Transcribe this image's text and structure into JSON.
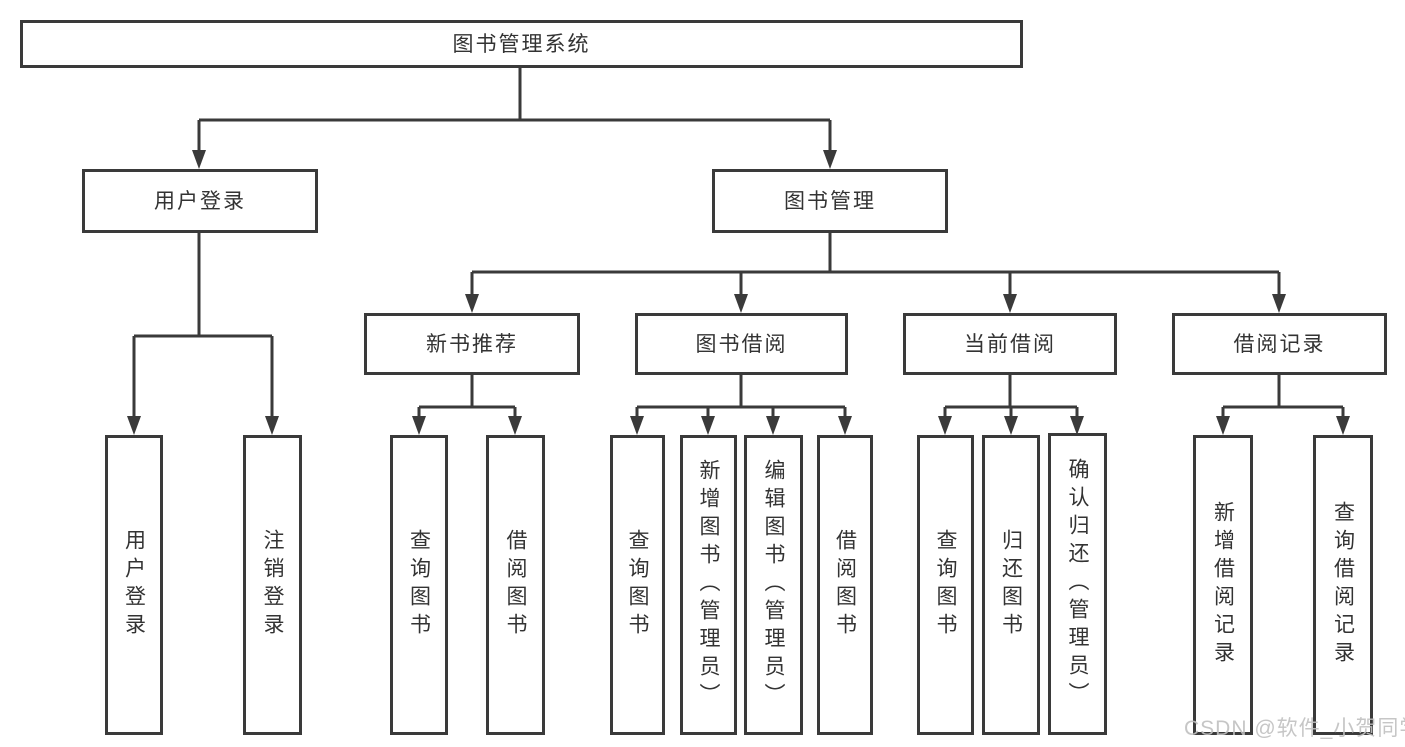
{
  "diagram": {
    "root": {
      "label": "图书管理系统",
      "children": [
        {
          "label": "用户登录",
          "children": [
            {
              "label": "用户登录"
            },
            {
              "label": "注销登录"
            }
          ]
        },
        {
          "label": "图书管理",
          "children": [
            {
              "label": "新书推荐",
              "children": [
                {
                  "label": "查询图书"
                },
                {
                  "label": "借阅图书"
                }
              ]
            },
            {
              "label": "图书借阅",
              "children": [
                {
                  "label": "查询图书"
                },
                {
                  "label": "新增图书（管理员）"
                },
                {
                  "label": "编辑图书（管理员）"
                },
                {
                  "label": "借阅图书"
                }
              ]
            },
            {
              "label": "当前借阅",
              "children": [
                {
                  "label": "查询图书"
                },
                {
                  "label": "归还图书"
                },
                {
                  "label": "确认归还（管理员）"
                }
              ]
            },
            {
              "label": "借阅记录",
              "children": [
                {
                  "label": "新增借阅记录"
                },
                {
                  "label": "查询借阅记录"
                }
              ]
            }
          ]
        }
      ]
    }
  },
  "watermark": "CSDN @软件_小贺同学",
  "colors": {
    "line": "#3a3a3a",
    "text": "#333333",
    "watermark": "#c0c0c0",
    "background": "#ffffff"
  }
}
